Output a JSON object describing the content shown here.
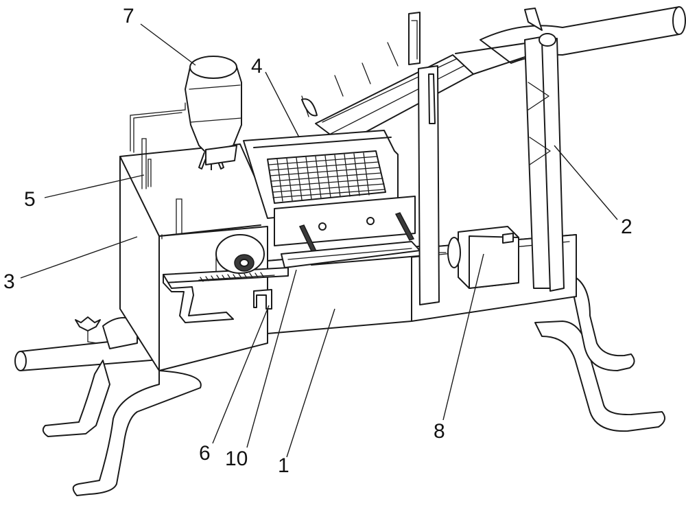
{
  "labels": {
    "l1": "1",
    "l2": "2",
    "l3": "3",
    "l4": "4",
    "l5": "5",
    "l6": "6",
    "l7": "7",
    "l8": "8",
    "l10": "10"
  },
  "colors": {
    "line": "#1a1a1a",
    "background": "#ffffff"
  }
}
